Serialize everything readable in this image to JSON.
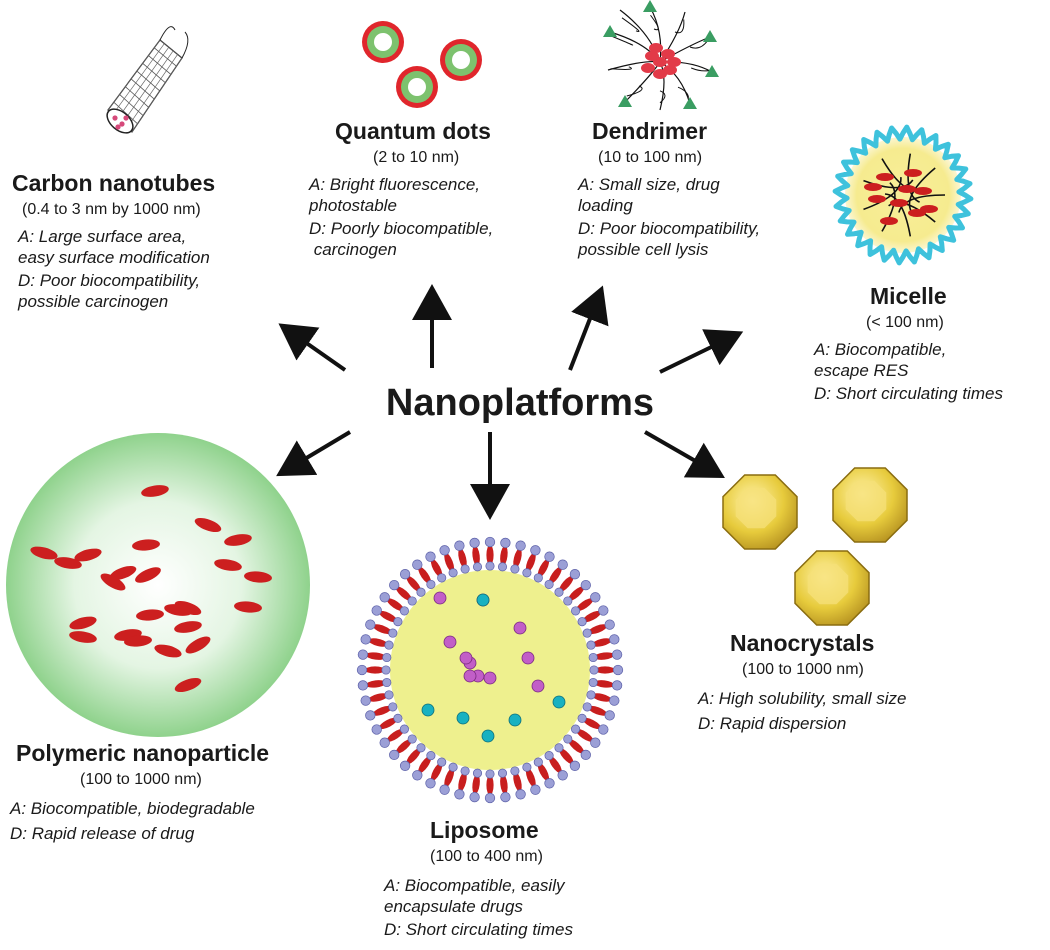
{
  "center": "Nanoplatforms",
  "colors": {
    "arrow": "#111111",
    "quantum_ring": "#e0262c",
    "quantum_shell": "#7dc26e",
    "micelle_chain": "#3ec2dc",
    "micelle_core": "#f6eb8f",
    "polymer_green": "#8fd28c",
    "drug_red": "#cc1f1f",
    "liposome_core": "#eef08e",
    "lipid_head": "#9b9fd6",
    "cyan_drug": "#18b1c1",
    "magenta_drug": "#c25ec7",
    "crystal_gold": "#e7cb3c"
  },
  "platforms": [
    {
      "key": "carbon_nanotubes",
      "title": "Carbon nanotubes",
      "size": "(0.4 to 3 nm by 1000 nm)",
      "advantage_lines": [
        "A: Large surface area,",
        "easy surface modification"
      ],
      "disadvantage_lines": [
        "D: Poor biocompatibility,",
        "possible carcinogen"
      ],
      "icon": "carbon-nanotube-icon"
    },
    {
      "key": "quantum_dots",
      "title": "Quantum dots",
      "size": "(2 to 10 nm)",
      "advantage_lines": [
        "A: Bright fluorescence,",
        "photostable"
      ],
      "disadvantage_lines": [
        "D: Poorly biocompatible,",
        " carcinogen"
      ],
      "icon": "quantum-dot-icon"
    },
    {
      "key": "dendrimer",
      "title": "Dendrimer",
      "size": "(10 to 100 nm)",
      "advantage_lines": [
        "A: Small size, drug",
        "loading"
      ],
      "disadvantage_lines": [
        "D: Poor biocompatibility,",
        "possible cell lysis"
      ],
      "icon": "dendrimer-icon"
    },
    {
      "key": "micelle",
      "title": "Micelle",
      "size": "(< 100 nm)",
      "advantage_lines": [
        "A: Biocompatible,",
        "escape RES"
      ],
      "disadvantage_lines": [
        "D: Short circulating times"
      ],
      "icon": "micelle-icon"
    },
    {
      "key": "nanocrystals",
      "title": "Nanocrystals",
      "size": "(100 to 1000 nm)",
      "advantage_lines": [
        "A: High solubility, small size"
      ],
      "disadvantage_lines": [
        "D: Rapid dispersion"
      ],
      "icon": "nanocrystal-icon"
    },
    {
      "key": "liposome",
      "title": "Liposome",
      "size": "(100 to 400 nm)",
      "advantage_lines": [
        "A: Biocompatible, easily",
        "encapsulate drugs"
      ],
      "disadvantage_lines": [
        "D: Short circulating times"
      ],
      "icon": "liposome-icon"
    },
    {
      "key": "polymeric",
      "title": "Polymeric nanoparticle",
      "size": "(100 to 1000 nm)",
      "advantage_lines": [
        "A: Biocompatible, biodegradable"
      ],
      "disadvantage_lines": [
        "D: Rapid release of drug"
      ],
      "icon": "polymeric-nanoparticle-icon"
    }
  ]
}
